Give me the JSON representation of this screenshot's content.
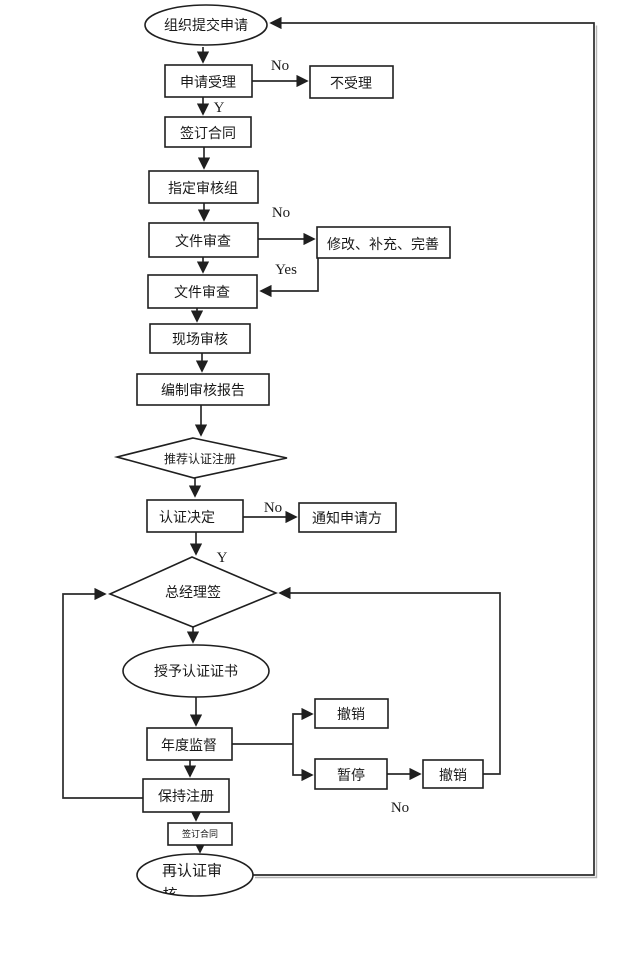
{
  "flowchart": {
    "nodes": {
      "start": "组织提交申请",
      "accept": "申请受理",
      "reject": "不受理",
      "contract": "签订合同",
      "team": "指定审核组",
      "review1": "文件审查",
      "modify": "修改、补充、完善",
      "review2": "文件审查",
      "onsite": "现场审核",
      "report": "编制审核报告",
      "recommend": "推荐认证注册",
      "decision": "认证决定",
      "notify": "通知申请方",
      "manager": "总经理签",
      "grant": "授予认证证书",
      "annual": "年度监督",
      "revoke_a": "撤销",
      "suspend": "暂停",
      "revoke_b": "撤销",
      "maintain": "保持注册",
      "contract_small": "签订合同",
      "recert": "再认证审",
      "recert_clipped": "核"
    },
    "edge_labels": {
      "accept_no": "No",
      "accept_yes": "Y",
      "review_no": "No",
      "review_yes": "Yes",
      "decision_no": "No",
      "decision_yes": "Y",
      "suspend_no": "No"
    },
    "colors": {
      "line": "#2b2b2b",
      "shadow": "#b5b5b5",
      "background": "#ffffff"
    }
  }
}
